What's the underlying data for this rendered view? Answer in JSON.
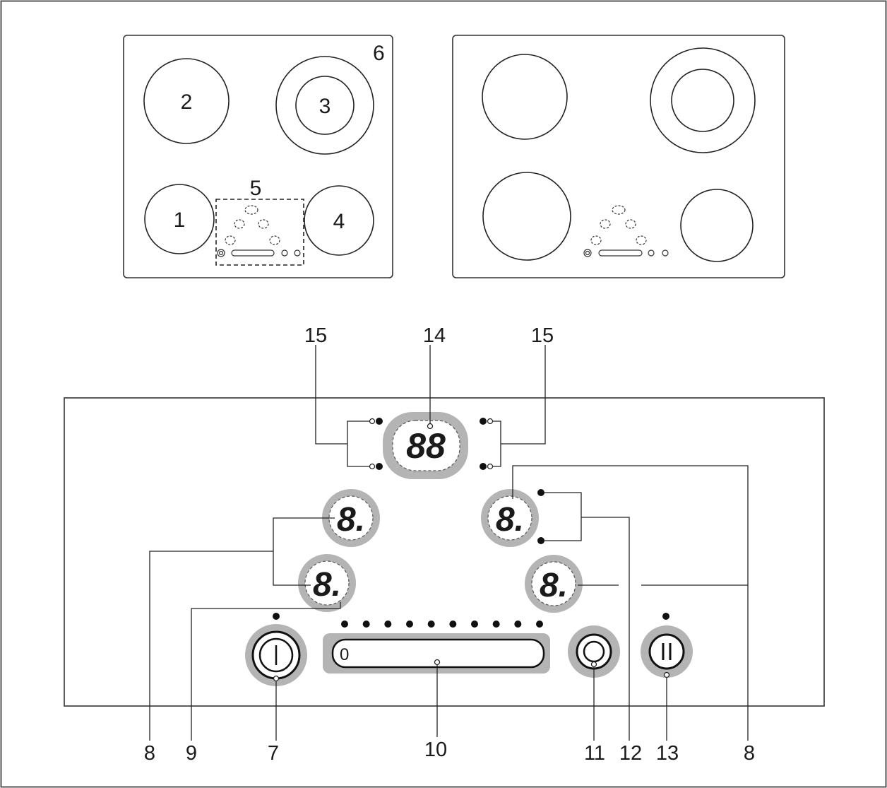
{
  "top_left_hob": {
    "corner_label": "6",
    "zones": [
      {
        "label": "1"
      },
      {
        "label": "2"
      },
      {
        "label": "3"
      },
      {
        "label": "4"
      }
    ],
    "control_area_label": "5"
  },
  "control_panel": {
    "timer_display": "88",
    "zone_display_glyph": "8.",
    "slider_value": "0",
    "slider_level_count": 10
  },
  "callouts": {
    "timer_display": "14",
    "timer_indicators_left": "15",
    "timer_indicators_right": "15",
    "zone_display_left": "8",
    "zone_display_right": "8",
    "decimal_point": "9",
    "on_off": "7",
    "slider": "10",
    "keep_warm": "11",
    "pan_size": "12",
    "pause": "13"
  },
  "icons": {
    "on_off": "power-icon",
    "keep_warm": "keep-warm-icon",
    "pause": "pause-icon"
  }
}
